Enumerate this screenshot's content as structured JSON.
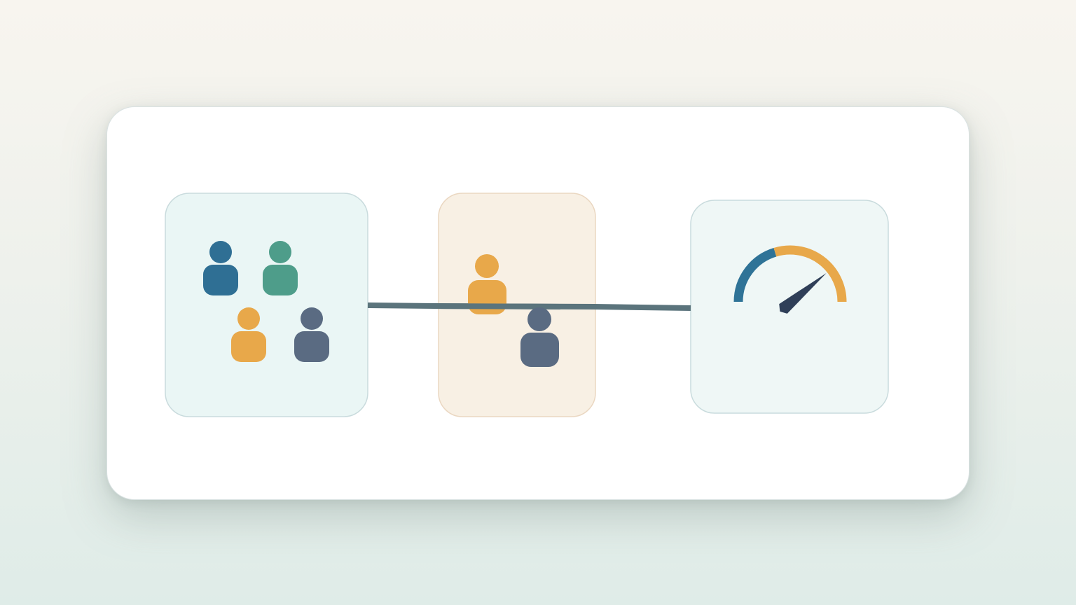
{
  "colors": {
    "background_top": "#f8f5ef",
    "background_bottom": "#dfece8",
    "card": "#ffffff",
    "panel_left_fill": "#eaf6f5",
    "panel_middle_fill": "#f8f0e4",
    "panel_right_fill": "#eff7f6",
    "panel_border_cool": "#c9dbdd",
    "panel_border_warm": "#ead7c1",
    "connector": "#5b747c",
    "person_blue": "#2f6f94",
    "person_green": "#4e9d8a",
    "person_orange": "#e8a84a",
    "person_slate": "#5a6b82",
    "gauge_blue": "#2f7397",
    "gauge_orange": "#e8a84a",
    "needle": "#2f3f58"
  },
  "diagram": {
    "panels": [
      {
        "name": "group",
        "icon": "people-group-icon"
      },
      {
        "name": "selection",
        "icon": "person-pair-icon"
      },
      {
        "name": "performance",
        "icon": "gauge-icon"
      }
    ],
    "gauge_level": 0.78
  }
}
